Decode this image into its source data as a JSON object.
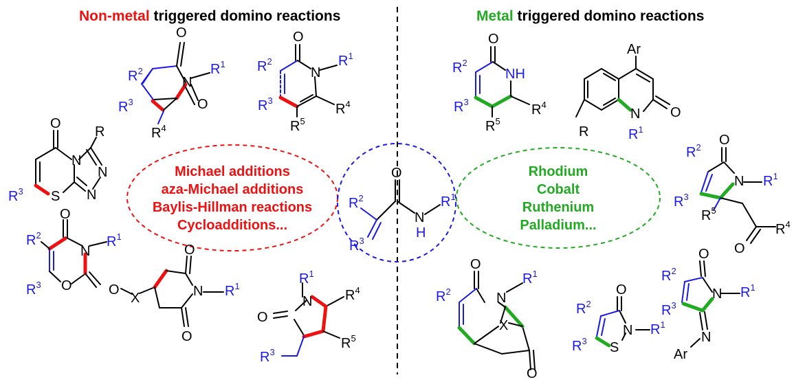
{
  "headers": {
    "left_highlight": "Non-metal",
    "left_rest": " triggered domino reactions",
    "right_highlight": "Metal",
    "right_rest": " triggered domino reactions"
  },
  "left_methods": [
    "Michael additions",
    "aza-Michael additions",
    "Baylis-Hillman reactions",
    "Cycloadditions..."
  ],
  "right_methods": [
    "Rhodium",
    "Cobalt",
    "Ruthenium",
    "Palladium..."
  ],
  "colors": {
    "non_metal": "#ee1111",
    "metal": "#22aa22",
    "substituent": "#1a1ae6",
    "skeleton": "#000000"
  },
  "labels": {
    "O": "O",
    "N": "N",
    "S": "S",
    "X": "X",
    "R": "R",
    "Ar": "Ar",
    "H": "H",
    "NH": "NH",
    "R1": "1",
    "R2": "2",
    "R3": "3",
    "R4": "4",
    "R5": "5"
  }
}
